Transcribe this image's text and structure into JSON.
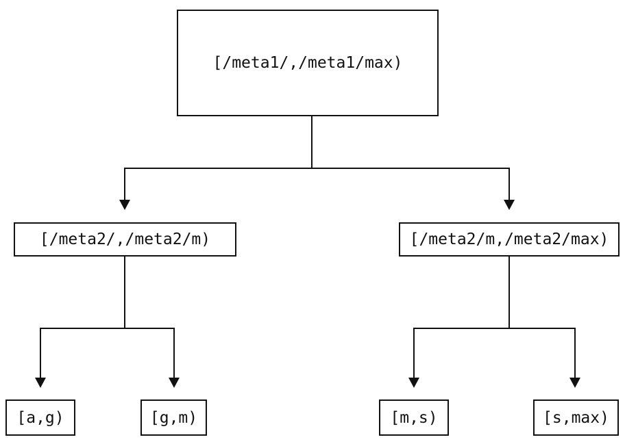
{
  "diagram": {
    "type": "tree",
    "colors": {
      "background": "#ffffff",
      "line": "#111111",
      "text": "#111111"
    },
    "nodes": {
      "root": {
        "label": "[/meta1/,/meta1/max)"
      },
      "left": {
        "label": "[/meta2/,/meta2/m)"
      },
      "right": {
        "label": "[/meta2/m,/meta2/max)"
      },
      "leaf_ag": {
        "label": "[a,g)"
      },
      "leaf_gm": {
        "label": "[g,m)"
      },
      "leaf_ms": {
        "label": "[m,s)"
      },
      "leaf_smax": {
        "label": "[s,max)"
      }
    },
    "edges": [
      {
        "from": "root",
        "to": "left",
        "arrow": "down"
      },
      {
        "from": "root",
        "to": "right",
        "arrow": "down"
      },
      {
        "from": "left",
        "to": "leaf_ag",
        "arrow": "down"
      },
      {
        "from": "left",
        "to": "leaf_gm",
        "arrow": "down"
      },
      {
        "from": "right",
        "to": "leaf_ms",
        "arrow": "down"
      },
      {
        "from": "right",
        "to": "leaf_smax",
        "arrow": "down"
      }
    ]
  }
}
